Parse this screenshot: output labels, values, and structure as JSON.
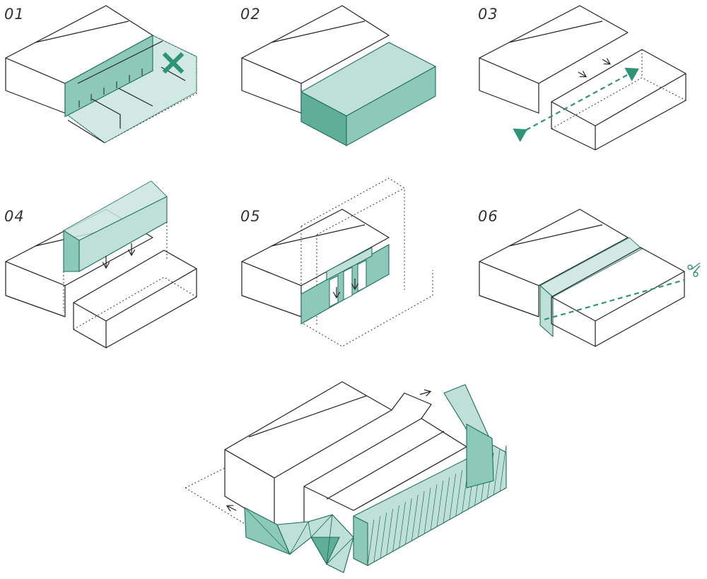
{
  "steps": [
    {
      "label": "01"
    },
    {
      "label": "02"
    },
    {
      "label": "03"
    },
    {
      "label": "04"
    },
    {
      "label": "05"
    },
    {
      "label": "06"
    }
  ],
  "colors": {
    "accent": "#2e9476",
    "accent_light": "#bfe0d7",
    "accent_dark": "#5fae98",
    "line": "#222222"
  }
}
